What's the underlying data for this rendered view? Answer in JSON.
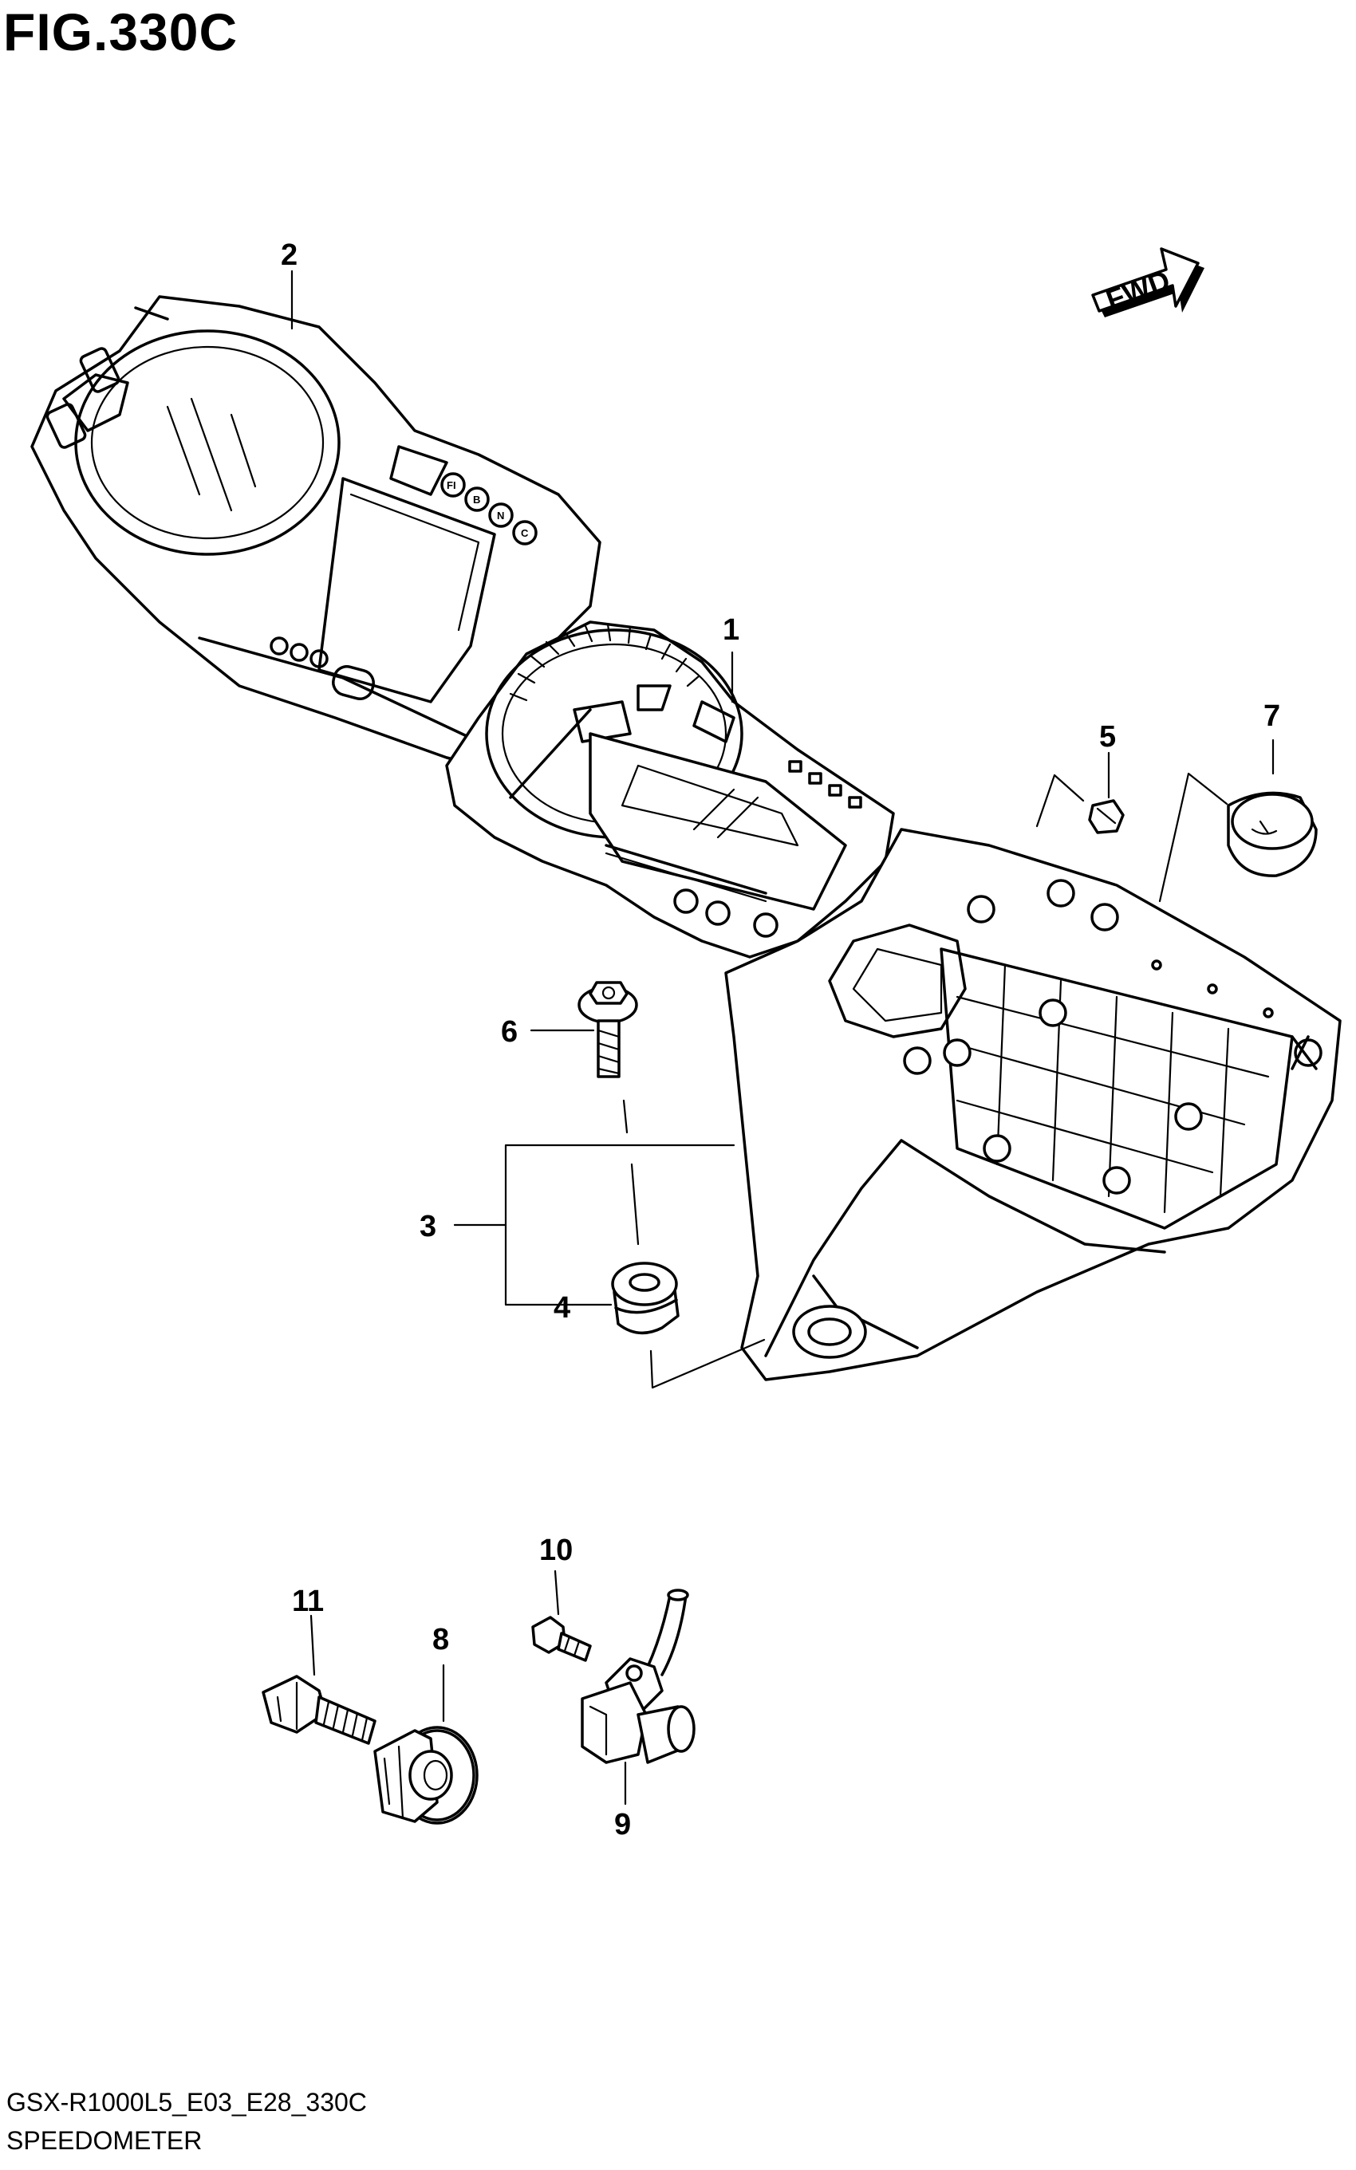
{
  "figure_title": "FIG.330C",
  "direction_badge": "FWD",
  "dial_indicators": [
    "FI",
    "B",
    "N",
    "C"
  ],
  "callouts": [
    {
      "id": "1",
      "label": "1"
    },
    {
      "id": "2",
      "label": "2"
    },
    {
      "id": "3",
      "label": "3"
    },
    {
      "id": "4",
      "label": "4"
    },
    {
      "id": "5",
      "label": "5"
    },
    {
      "id": "6",
      "label": "6"
    },
    {
      "id": "7",
      "label": "7"
    },
    {
      "id": "8",
      "label": "8"
    },
    {
      "id": "9",
      "label": "9"
    },
    {
      "id": "10",
      "label": "10"
    },
    {
      "id": "11",
      "label": "11"
    }
  ],
  "footer": {
    "model_code": "GSX-R1000L5_E03_E28_330C",
    "figure_name": "SPEEDOMETER"
  }
}
